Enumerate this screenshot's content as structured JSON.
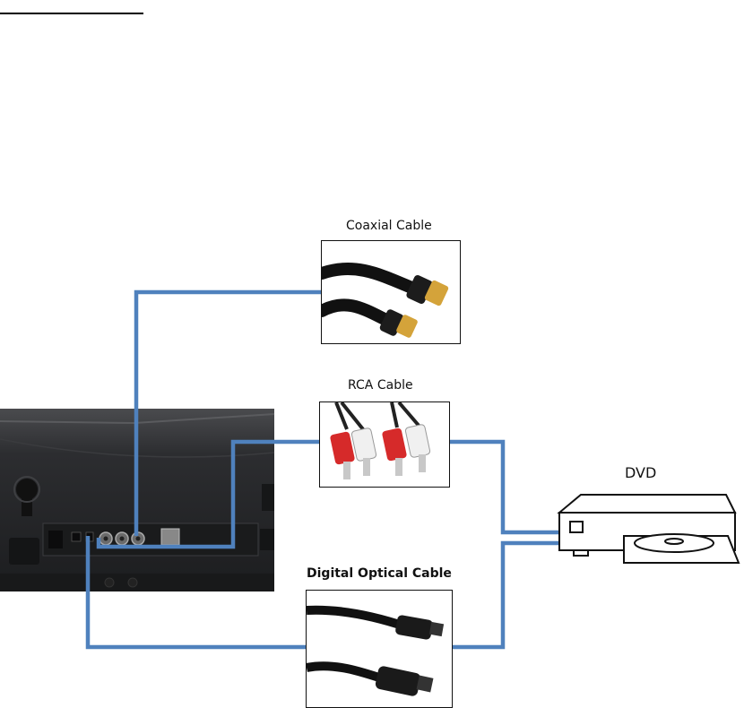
{
  "labels": {
    "coaxial": "Coaxial Cable",
    "rca": "RCA Cable",
    "optical": "Digital Optical Cable",
    "dvd": "DVD"
  },
  "colors": {
    "wire": "#4f81bd",
    "device_dark": "#2b2c2e",
    "rca_red": "#d62a2a",
    "rca_white": "#f0f0f0",
    "gold": "#d4a33a"
  },
  "icons": {
    "soundbar": "soundbar-rear-panel-icon",
    "coaxial": "coaxial-cable-icon",
    "rca": "rca-cable-icon",
    "optical": "optical-cable-icon",
    "dvd": "dvd-player-icon"
  }
}
